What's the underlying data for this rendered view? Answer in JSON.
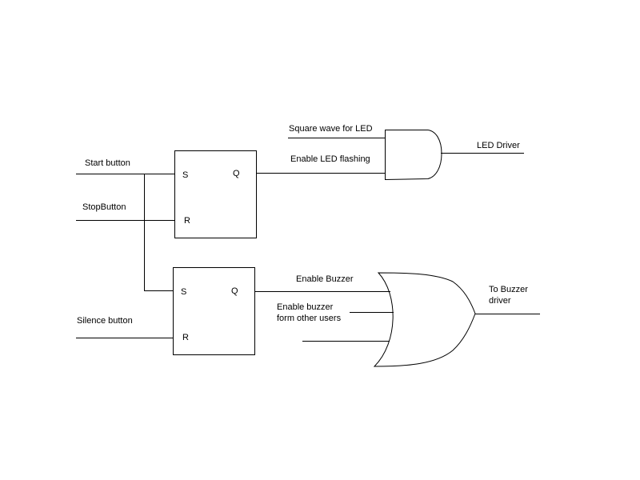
{
  "colors": {
    "line": "#000000",
    "background": "#ffffff"
  },
  "inputs": {
    "start_button": "Start button",
    "stop_button": "StopButton",
    "silence_button": "Silence button"
  },
  "latch_top": {
    "set_pin": "S",
    "reset_pin": "R",
    "output_pin": "Q"
  },
  "latch_bottom": {
    "set_pin": "S",
    "reset_pin": "R",
    "output_pin": "Q"
  },
  "signals": {
    "square_wave": "Square wave for LED",
    "enable_led_flashing": "Enable LED flashing",
    "led_driver": "LED Driver",
    "enable_buzzer": "Enable Buzzer",
    "enable_buzzer_other_line1": "Enable buzzer",
    "enable_buzzer_other_line2": "form other users",
    "to_buzzer_driver_line1": "To Buzzer",
    "to_buzzer_driver_line2": "driver"
  },
  "gates": {
    "and_gate": "and-gate",
    "or_gate": "or-gate"
  }
}
